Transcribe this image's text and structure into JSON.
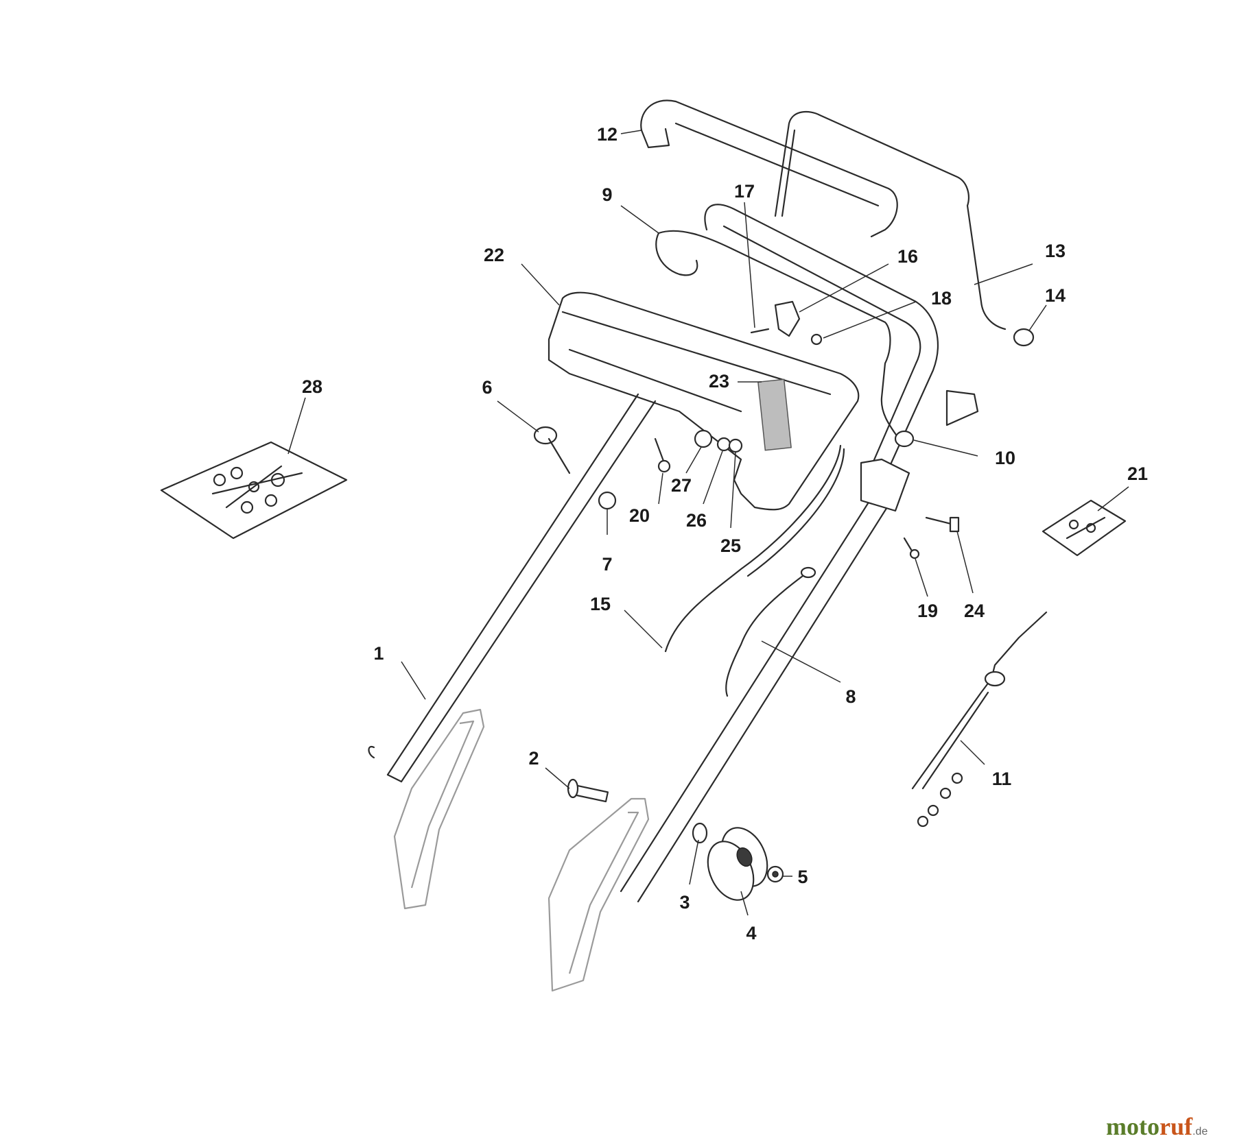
{
  "callouts": [
    {
      "id": "1",
      "label": "1"
    },
    {
      "id": "2",
      "label": "2"
    },
    {
      "id": "3",
      "label": "3"
    },
    {
      "id": "4",
      "label": "4"
    },
    {
      "id": "5",
      "label": "5"
    },
    {
      "id": "6",
      "label": "6"
    },
    {
      "id": "7",
      "label": "7"
    },
    {
      "id": "8",
      "label": "8"
    },
    {
      "id": "9",
      "label": "9"
    },
    {
      "id": "10",
      "label": "10"
    },
    {
      "id": "11",
      "label": "11"
    },
    {
      "id": "12",
      "label": "12"
    },
    {
      "id": "13",
      "label": "13"
    },
    {
      "id": "14",
      "label": "14"
    },
    {
      "id": "15",
      "label": "15"
    },
    {
      "id": "16",
      "label": "16"
    },
    {
      "id": "17",
      "label": "17"
    },
    {
      "id": "18",
      "label": "18"
    },
    {
      "id": "19",
      "label": "19"
    },
    {
      "id": "20",
      "label": "20"
    },
    {
      "id": "21",
      "label": "21"
    },
    {
      "id": "22",
      "label": "22"
    },
    {
      "id": "23",
      "label": "23"
    },
    {
      "id": "24",
      "label": "24"
    },
    {
      "id": "25",
      "label": "25"
    },
    {
      "id": "26",
      "label": "26"
    },
    {
      "id": "27",
      "label": "27"
    },
    {
      "id": "28",
      "label": "28"
    }
  ],
  "watermark": {
    "part1": "moto",
    "part2": "ruf",
    "suffix": ".de"
  },
  "colors": {
    "watermark_green": "#5a7d2a",
    "watermark_orange": "#c9551a",
    "label_grey": "#9a9a9a"
  }
}
